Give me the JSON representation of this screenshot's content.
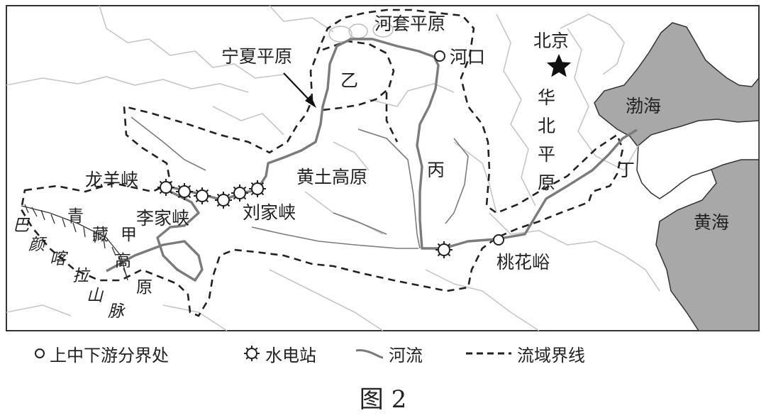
{
  "labels": {
    "hetao": "河套平原",
    "ningxia": "宁夏平原",
    "hekou": "河口",
    "beijing": "北京",
    "bohai": "渤海",
    "huabei": [
      "华",
      "北",
      "平",
      "原"
    ],
    "yi": "乙",
    "bing": "丙",
    "ding": "丁",
    "huangtu": "黄土高原",
    "longyang": "龙羊峡",
    "lijia": "李家峡",
    "liujia": "刘家峡",
    "taohua": "桃花峪",
    "huanghai": "黄海",
    "qingzang": [
      "青",
      "藏",
      "高",
      "原"
    ],
    "jia": "甲",
    "bayan": [
      "巴",
      "颜",
      "喀",
      "拉",
      "山",
      "脉"
    ]
  },
  "legend": {
    "boundary_point": "上中下游分界处",
    "hydro_station": "水电站",
    "river": "河流",
    "basin_line": "流域界线"
  },
  "figure_title": "图 2",
  "colors": {
    "river": "#7b7b7b",
    "sea": "#a8a8a8",
    "province": "#c6c6c6",
    "frame": "#333333",
    "ink": "#222222"
  }
}
